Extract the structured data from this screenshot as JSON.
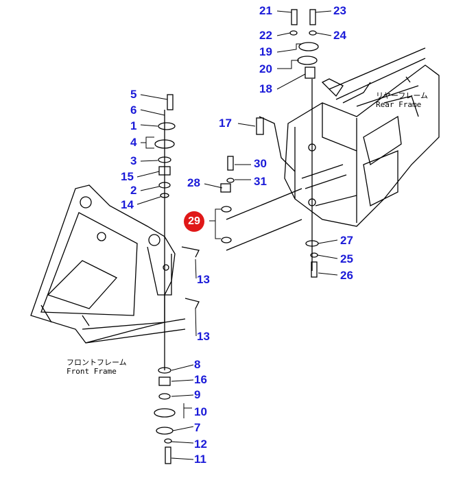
{
  "labels": {
    "rear_frame_jp": "リヤーフレーム",
    "rear_frame_en": "Rear Frame",
    "front_frame_jp": "フロントフレーム",
    "front_frame_en": "Front Frame"
  },
  "parts": {
    "p21": "21",
    "p23": "23",
    "p22": "22",
    "p24": "24",
    "p19": "19",
    "p20": "20",
    "p18": "18",
    "p5": "5",
    "p6": "6",
    "p1": "1",
    "p4": "4",
    "p3": "3",
    "p15": "15",
    "p2": "2",
    "p14": "14",
    "p17": "17",
    "p30": "30",
    "p31": "31",
    "p28": "28",
    "p29": "29",
    "p27": "27",
    "p25": "25",
    "p26": "26",
    "p13a": "13",
    "p13b": "13",
    "p8": "8",
    "p16": "16",
    "p9": "9",
    "p10": "10",
    "p7": "7",
    "p12": "12",
    "p11": "11"
  },
  "colors": {
    "label": "#1a1ad8",
    "highlight": "#e01818"
  }
}
